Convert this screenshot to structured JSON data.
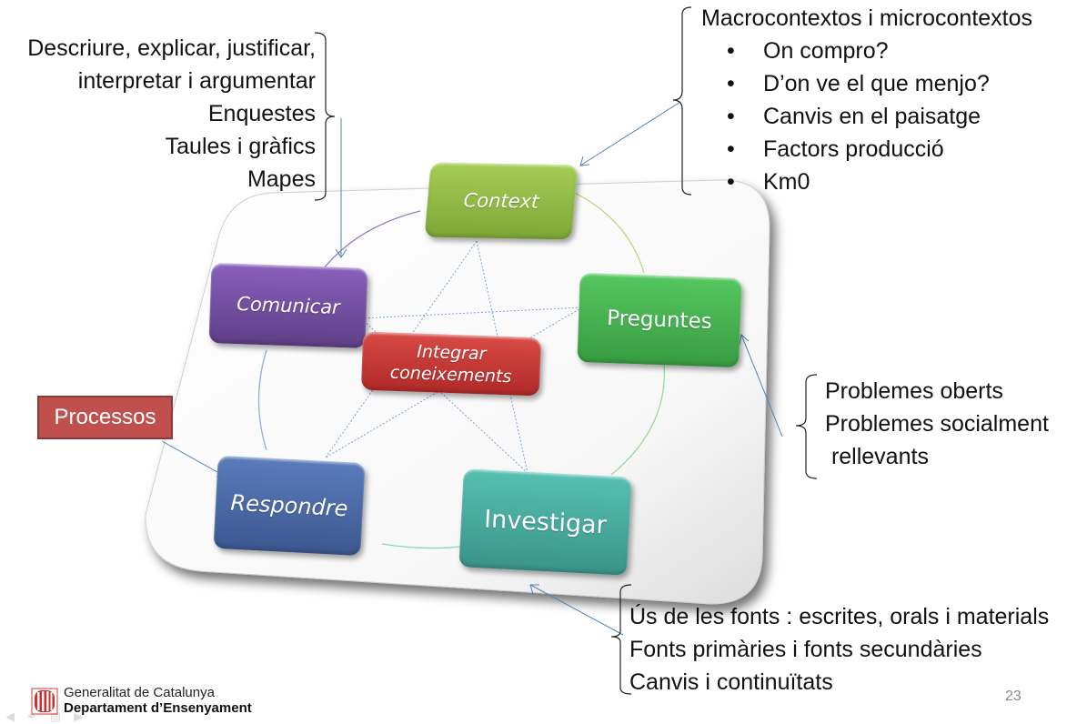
{
  "slide": {
    "page_number": "23"
  },
  "nodes": {
    "context": {
      "label": "Context",
      "color": "#8fb83c"
    },
    "preguntes": {
      "label": "Preguntes",
      "color": "#3faa4a"
    },
    "investigar": {
      "label": "Investigar",
      "color": "#45ada0"
    },
    "respondre": {
      "label": "Respondre",
      "color": "#4b69a6"
    },
    "comunicar": {
      "label": "Comunicar",
      "color": "#6d4a96"
    },
    "integrar": {
      "label_line1": "Integrar",
      "label_line2": "coneixements",
      "color": "#c0302e"
    }
  },
  "processos": {
    "label": "Processos",
    "color": "#c0504d"
  },
  "annotations": {
    "comunicar_notes": [
      "Descriure, explicar, justificar,",
      "interpretar i argumentar",
      "Enquestes",
      "Taules i gràfics",
      "Mapes"
    ],
    "context_notes": {
      "heading": "Macrocontextos i microcontextos",
      "bullets": [
        "On compro?",
        "D’on ve el que menjo?",
        "Canvis en el paisatge",
        "Factors  producció",
        "Km0"
      ],
      "bullet_symbol": "•"
    },
    "preguntes_notes": [
      "Problemes oberts",
      "Problemes socialment",
      " rellevants"
    ],
    "investigar_notes": [
      "Ús de les fonts : escrites, orals i materials",
      "Fonts primàries i fonts secundàries",
      "Canvis i continuïtats"
    ]
  },
  "footer": {
    "org_line1": "Generalitat de Catalunya",
    "org_line2": "Departament d’Ensenyament",
    "logo_colors": {
      "red": "#c8102e",
      "yellow": "#ffffff"
    },
    "nav_icons": [
      "arrow-left-icon",
      "scribble-icon",
      "menu-icon",
      "arrow-right-icon"
    ]
  }
}
